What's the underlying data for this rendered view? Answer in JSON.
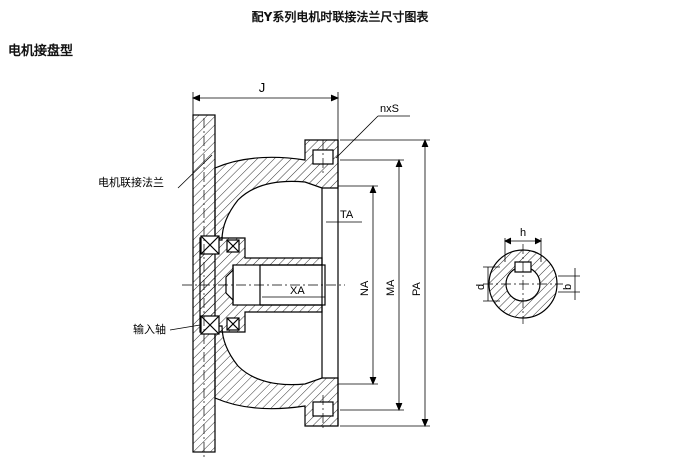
{
  "page_title": "配Y系列电机时联接法兰尺寸图表",
  "section_title": "电机接盘型",
  "colors": {
    "line": "#000000",
    "hatch": "#000000",
    "background": "#ffffff"
  },
  "callouts": {
    "motor_flange": "电机联接法兰",
    "input_shaft": "输入轴"
  },
  "dimensions": {
    "J": "J",
    "nxS": "nxS",
    "TA": "TA",
    "XA": "XA",
    "NA": "NA",
    "MA": "MA",
    "PA": "PA",
    "h": "h",
    "d": "d",
    "b": "b"
  }
}
